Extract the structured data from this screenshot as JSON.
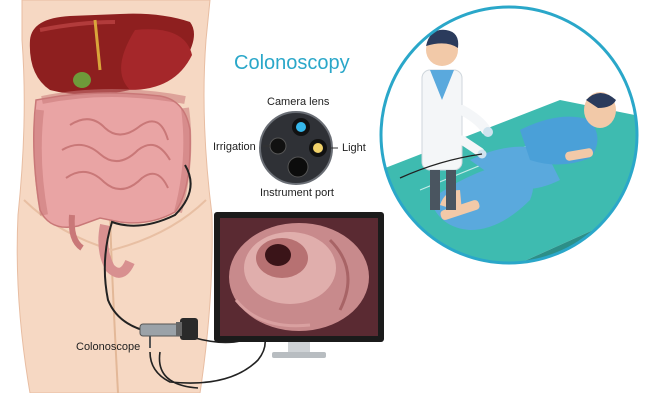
{
  "title": "Colonoscopy",
  "tip_labels": {
    "camera": "Camera lens",
    "irrigation": "Irrigation",
    "light": "Light",
    "instrument": "Instrument port"
  },
  "device_label": "Colonoscope",
  "colors": {
    "title": "#2aa7c9",
    "skin": "#f5d6bf",
    "liver": "#8e1f1f",
    "intestine": "#e9a3a3",
    "bed": "#3ebbb0",
    "gown": "#5aa9dd"
  }
}
